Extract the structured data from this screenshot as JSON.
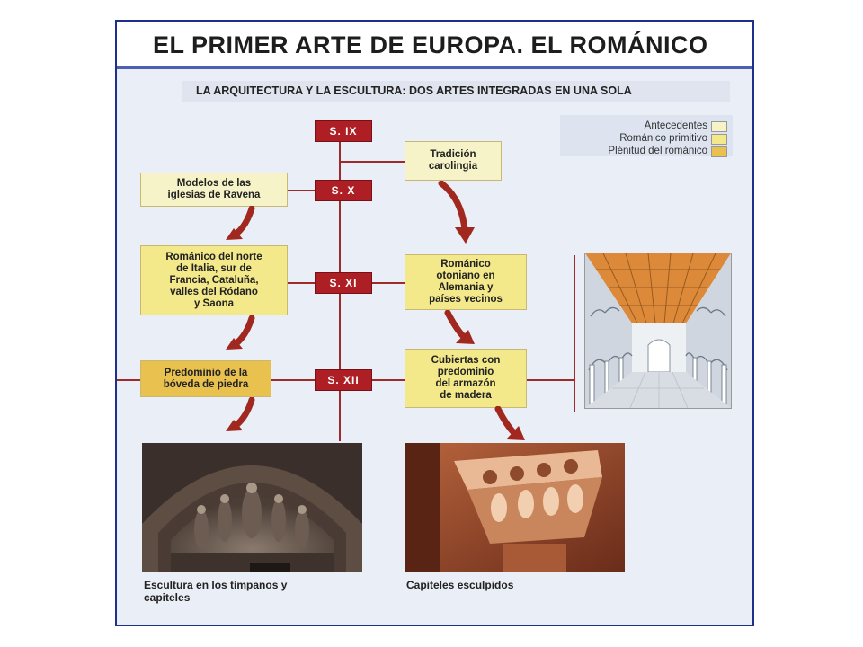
{
  "header": {
    "title": "EL PRIMER ARTE DE EUROPA. EL ROMÁNICO",
    "subtitle": "LA ARQUITECTURA Y LA ESCULTURA: DOS ARTES INTEGRADAS EN UNA SOLA"
  },
  "legend": {
    "items": [
      {
        "label": "Antecedentes",
        "color": "#f7f3c8"
      },
      {
        "label": "Románico primitivo",
        "color": "#f4e98a"
      },
      {
        "label": "Plénitud del románico",
        "color": "#e9c14e"
      }
    ]
  },
  "centuries": [
    "S. IX",
    "S. X",
    "S. XI",
    "S. XII"
  ],
  "boxes": {
    "tradicion": "Tradición\ncarolingia",
    "ravena": "Modelos de las\niglesias de Ravena",
    "norte_italia": "Románico del norte\nde Italia, sur de\nFrancia, Cataluña,\nvalles del Ródano\ny Saona",
    "otoniano": "Románico\notoniano en\nAlemania y\npaíses vecinos",
    "boveda": "Predominio de la\nbóveda de piedra",
    "cubiertas": "Cubiertas con\npredominio\ndel armazón\nde madera"
  },
  "captions": {
    "tympanum": "Escultura en los tímpanos y\ncapiteles",
    "capitals": "Capiteles esculpidos"
  },
  "colors": {
    "antecedentes": "#f7f3c8",
    "primitivo": "#f4e98a",
    "plenitud": "#e9c14e",
    "century": "#ad1f24",
    "connector": "#9e2a2a",
    "arrow": "#a0281f"
  }
}
